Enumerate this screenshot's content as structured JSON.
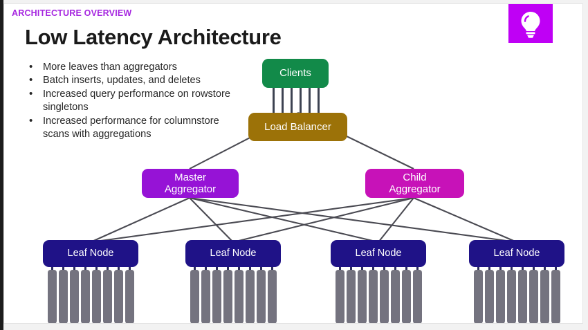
{
  "slide": {
    "eyebrow": "ARCHITECTURE OVERVIEW",
    "title": "Low Latency Architecture",
    "badge_icon": "lightbulb-icon",
    "accent_purple": "#a626e0",
    "badge_bg": "#bf00f5"
  },
  "bullets": [
    "More leaves than aggregators",
    "Batch inserts, updates, and deletes",
    "Increased query performance on rowstore singletons",
    "Increased performance for columnstore scans with aggregations"
  ],
  "diagram": {
    "type": "node-tree",
    "nodes": [
      {
        "id": "clients",
        "label": "Clients",
        "color": "#128a49",
        "tier": "client"
      },
      {
        "id": "lb",
        "label": "Load Balancer",
        "color": "#9c7208",
        "tier": "balancer"
      },
      {
        "id": "master",
        "label": "Master\nAggregator",
        "line1": "Master",
        "line2": "Aggregator",
        "color": "#9613d6",
        "tier": "aggregator"
      },
      {
        "id": "child",
        "label": "Child\nAggregator",
        "line1": "Child",
        "line2": "Aggregator",
        "color": "#c712b8",
        "tier": "aggregator"
      },
      {
        "id": "leaf1",
        "label": "Leaf Node",
        "color": "#1f1287",
        "tier": "leaf",
        "disks": 8
      },
      {
        "id": "leaf2",
        "label": "Leaf Node",
        "color": "#1f1287",
        "tier": "leaf",
        "disks": 8
      },
      {
        "id": "leaf3",
        "label": "Leaf Node",
        "color": "#1f1287",
        "tier": "leaf",
        "disks": 8
      },
      {
        "id": "leaf4",
        "label": "Leaf Node",
        "color": "#1f1287",
        "tier": "leaf",
        "disks": 8
      }
    ],
    "edges": [
      {
        "from": "clients",
        "to": "lb"
      },
      {
        "from": "lb",
        "to": "master"
      },
      {
        "from": "lb",
        "to": "child"
      },
      {
        "from": "master",
        "to": "leaf1"
      },
      {
        "from": "master",
        "to": "leaf2"
      },
      {
        "from": "master",
        "to": "leaf3"
      },
      {
        "from": "master",
        "to": "leaf4"
      },
      {
        "from": "child",
        "to": "leaf1"
      },
      {
        "from": "child",
        "to": "leaf2"
      },
      {
        "from": "child",
        "to": "leaf3"
      },
      {
        "from": "child",
        "to": "leaf4"
      }
    ],
    "edge_color": "#4a4a52",
    "disk_color": "#74737f"
  }
}
